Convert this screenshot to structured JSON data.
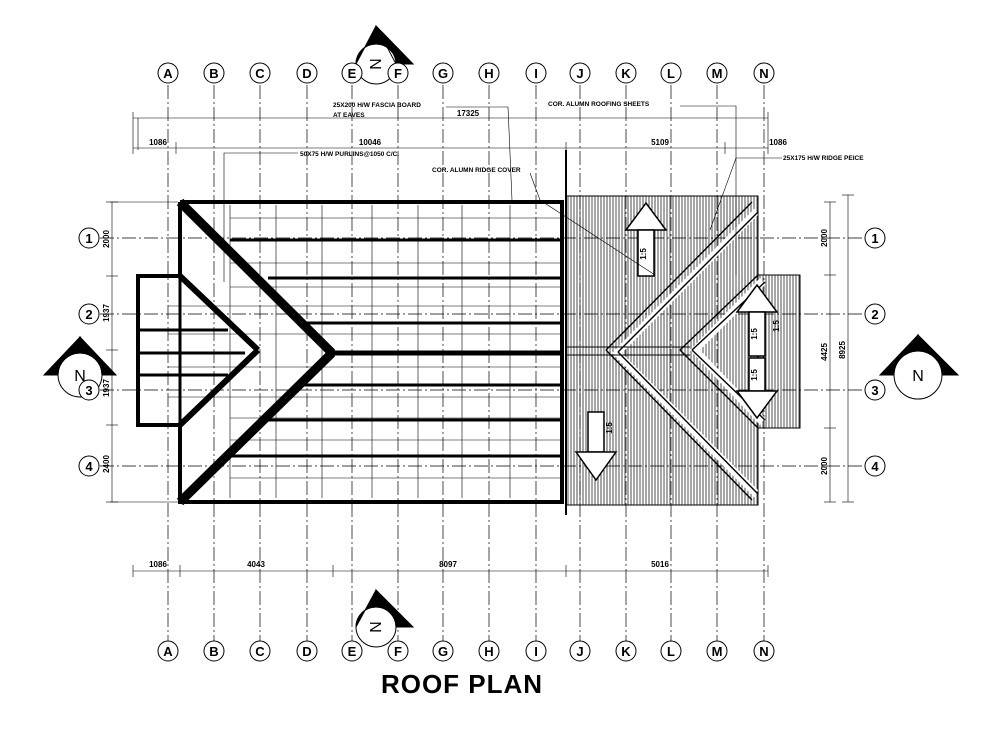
{
  "title": "ROOF PLAN",
  "grid": {
    "columns": [
      "A",
      "B",
      "C",
      "D",
      "E",
      "F",
      "G",
      "H",
      "I",
      "J",
      "K",
      "L",
      "M",
      "N"
    ],
    "rows": [
      "1",
      "2",
      "3",
      "4"
    ]
  },
  "dimensions": {
    "top_overall": "17325",
    "top_segments": [
      "1086",
      "10046",
      "5109",
      "1086"
    ],
    "bottom_segments": [
      "1086",
      "4043",
      "8097",
      "5016"
    ],
    "left_segments": [
      "2000",
      "1937",
      "1937",
      "2400"
    ],
    "right_segments": [
      "2000",
      "4425",
      "2000"
    ],
    "right_overall": "8925"
  },
  "notes": {
    "fascia_line1": "25X200 H/W FASCIA BOARD",
    "fascia_line2": "AT EAVES",
    "purlins": "50X75 H/W  PURLINS@1050 C/C.",
    "ridge_cover": "COR. ALUMN RIDGE COVER",
    "roofing_sheets": "COR. ALUMN ROOFING SHEETS",
    "ridge_piece": "25X175 H/W RIDGE PEICE"
  },
  "slope_labels": [
    "1:5",
    "1:5",
    "1:5",
    "1:5",
    "1:5"
  ],
  "compass": {
    "letter": "N"
  },
  "colors": {
    "line": "#000000",
    "background": "#ffffff"
  }
}
